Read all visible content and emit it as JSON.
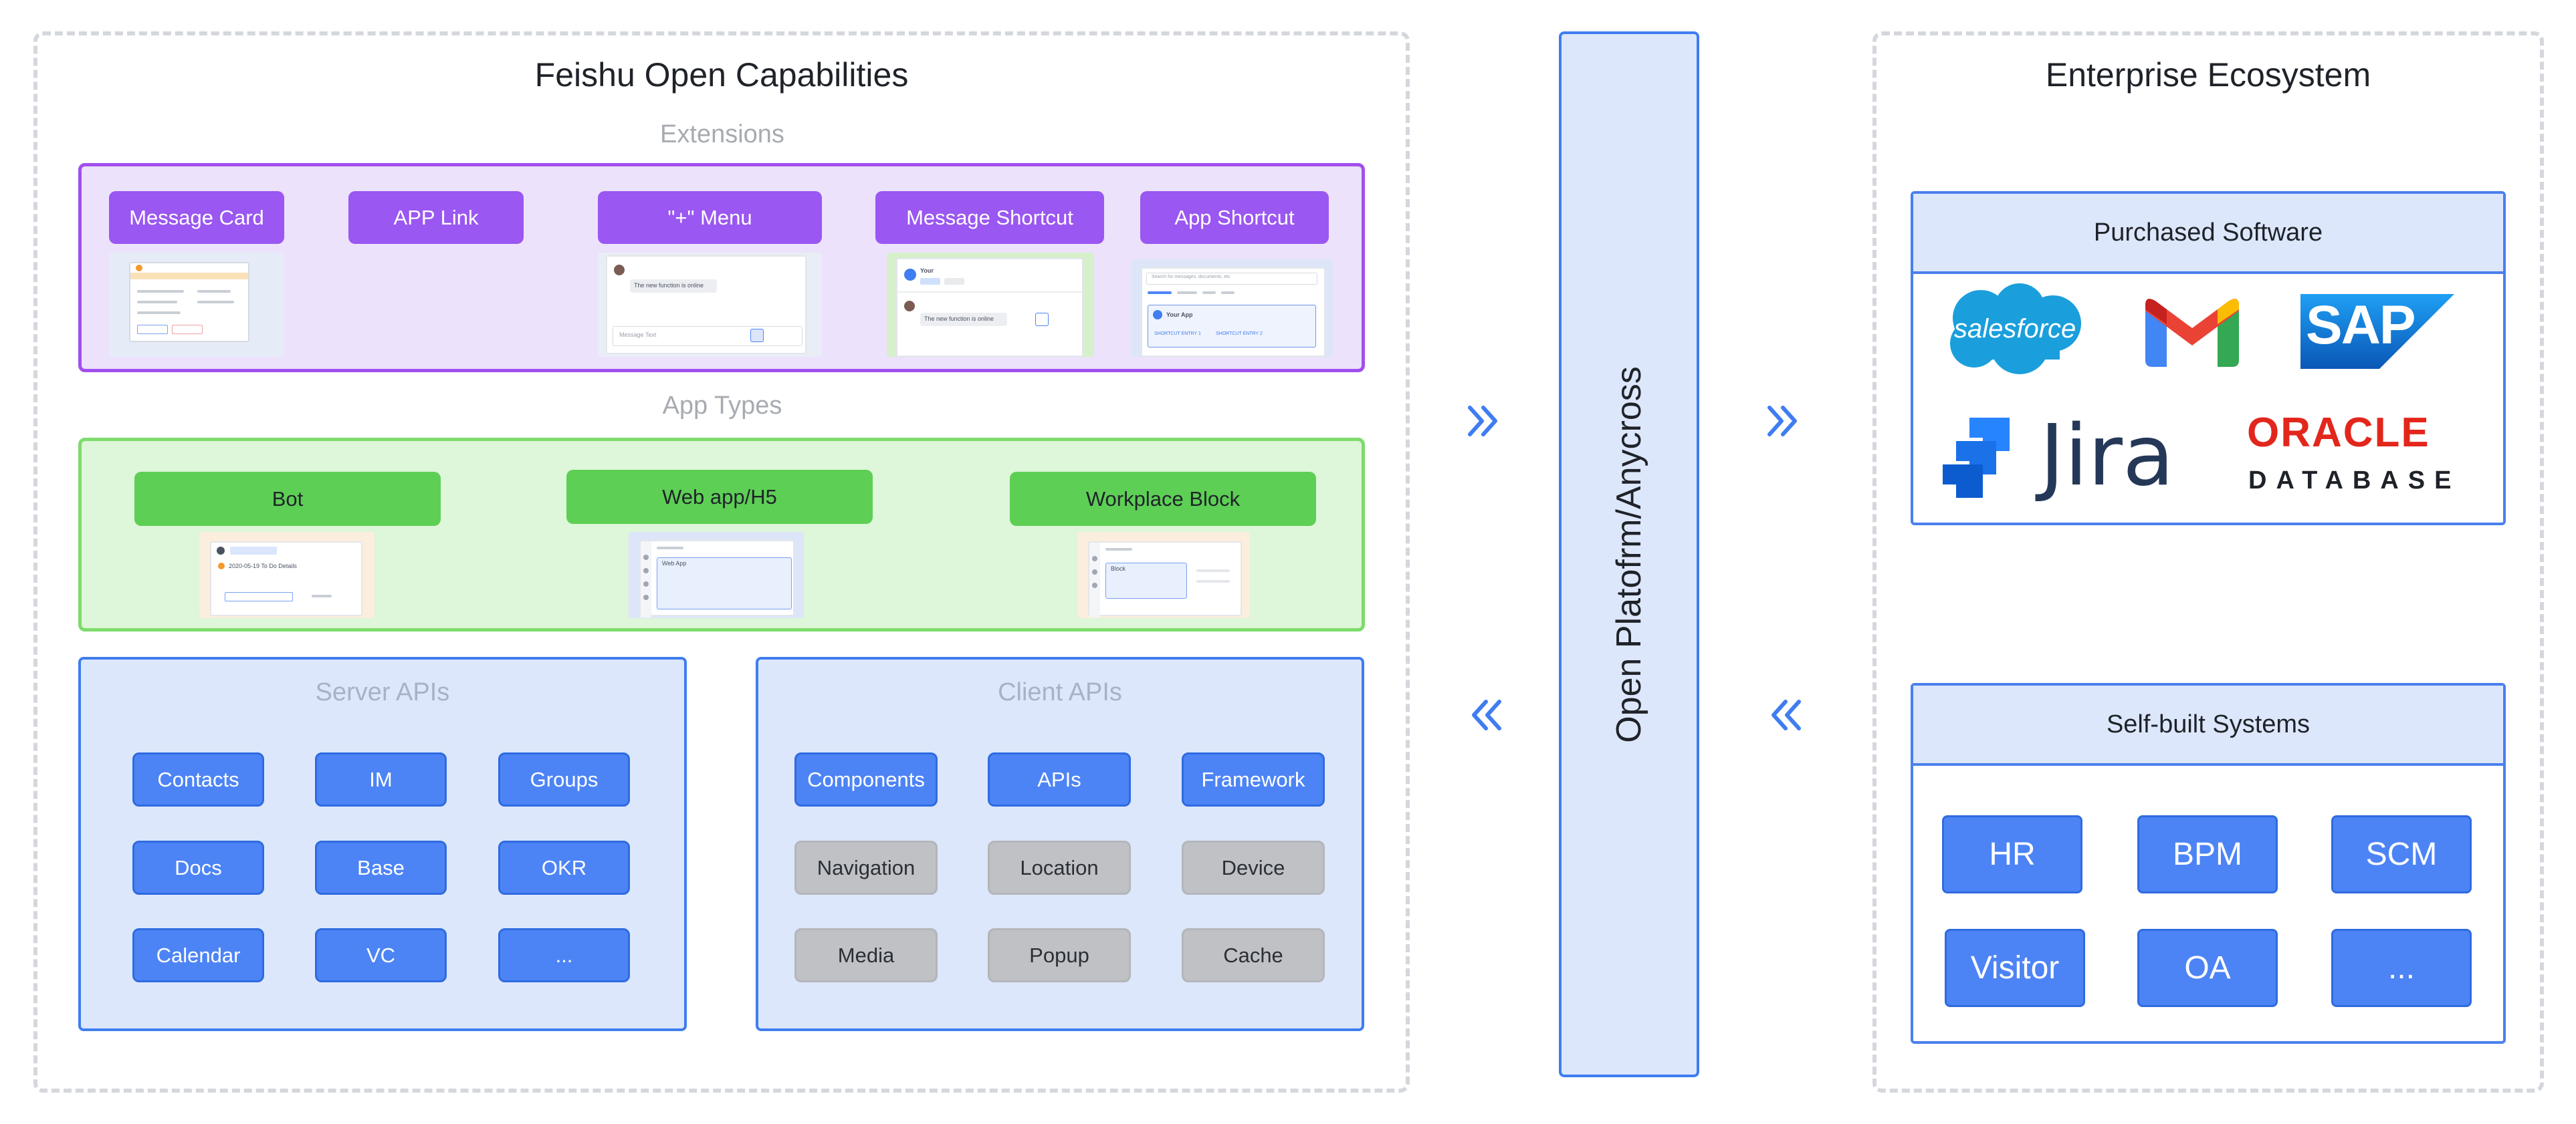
{
  "left_region": {
    "title": "Feishu Open Capabilities",
    "extensions": {
      "heading": "Extensions",
      "items": [
        "Message Card",
        "APP Link",
        "\"+\" Menu",
        "Message Shortcut",
        "App Shortcut"
      ]
    },
    "app_types": {
      "heading": "App Types",
      "items": [
        "Bot",
        "Web app/H5",
        "Workplace Block"
      ]
    },
    "server_apis": {
      "title": "Server APIs",
      "items": [
        "Contacts",
        "IM",
        "Groups",
        "Docs",
        "Base",
        "OKR",
        "Calendar",
        "VC",
        "..."
      ]
    },
    "client_apis": {
      "title": "Client APIs",
      "items": [
        "Components",
        "APIs",
        "Framework",
        "Navigation",
        "Location",
        "Device",
        "Media",
        "Popup",
        "Cache"
      ]
    }
  },
  "thumbnails": {
    "plus_menu_text": "The new function is online",
    "plus_menu_input": "Message Text",
    "shortcut_title": "Your",
    "shortcut_text": "The new function is online",
    "app_shortcut_search": "Search for messages, documents, etc",
    "app_shortcut_app": "Your App",
    "app_shortcut_entry_1": "SHORTCUT ENTRY 1",
    "app_shortcut_entry_2": "SHORTCUT ENTRY 2",
    "bot_time": "2020-05-19 To Do Details",
    "webapp_title": "Web App",
    "block_title": "Block"
  },
  "platform": {
    "label": "Open Platofrm/Anycross"
  },
  "right_region": {
    "title": "Enterprise Ecosystem",
    "purchased": {
      "heading": "Purchased Software",
      "logos": {
        "salesforce": "salesforce",
        "sap": "SAP",
        "jira": "Jira",
        "oracle": "ORACLE",
        "oracle_sub": "DATABASE"
      }
    },
    "self_built": {
      "heading": "Self-built Systems",
      "items": [
        "HR",
        "BPM",
        "SCM",
        "Visitor",
        "OA",
        "..."
      ]
    }
  },
  "colors": {
    "purple": "#9a57f1",
    "green": "#5dcf55",
    "blue": "#4d84f5",
    "gray": "#bfc1c5",
    "arrow": "#3f7df0"
  },
  "icons": [
    "double-chevron-right-icon",
    "double-chevron-left-icon",
    "gmail-logo",
    "jira-logo"
  ]
}
